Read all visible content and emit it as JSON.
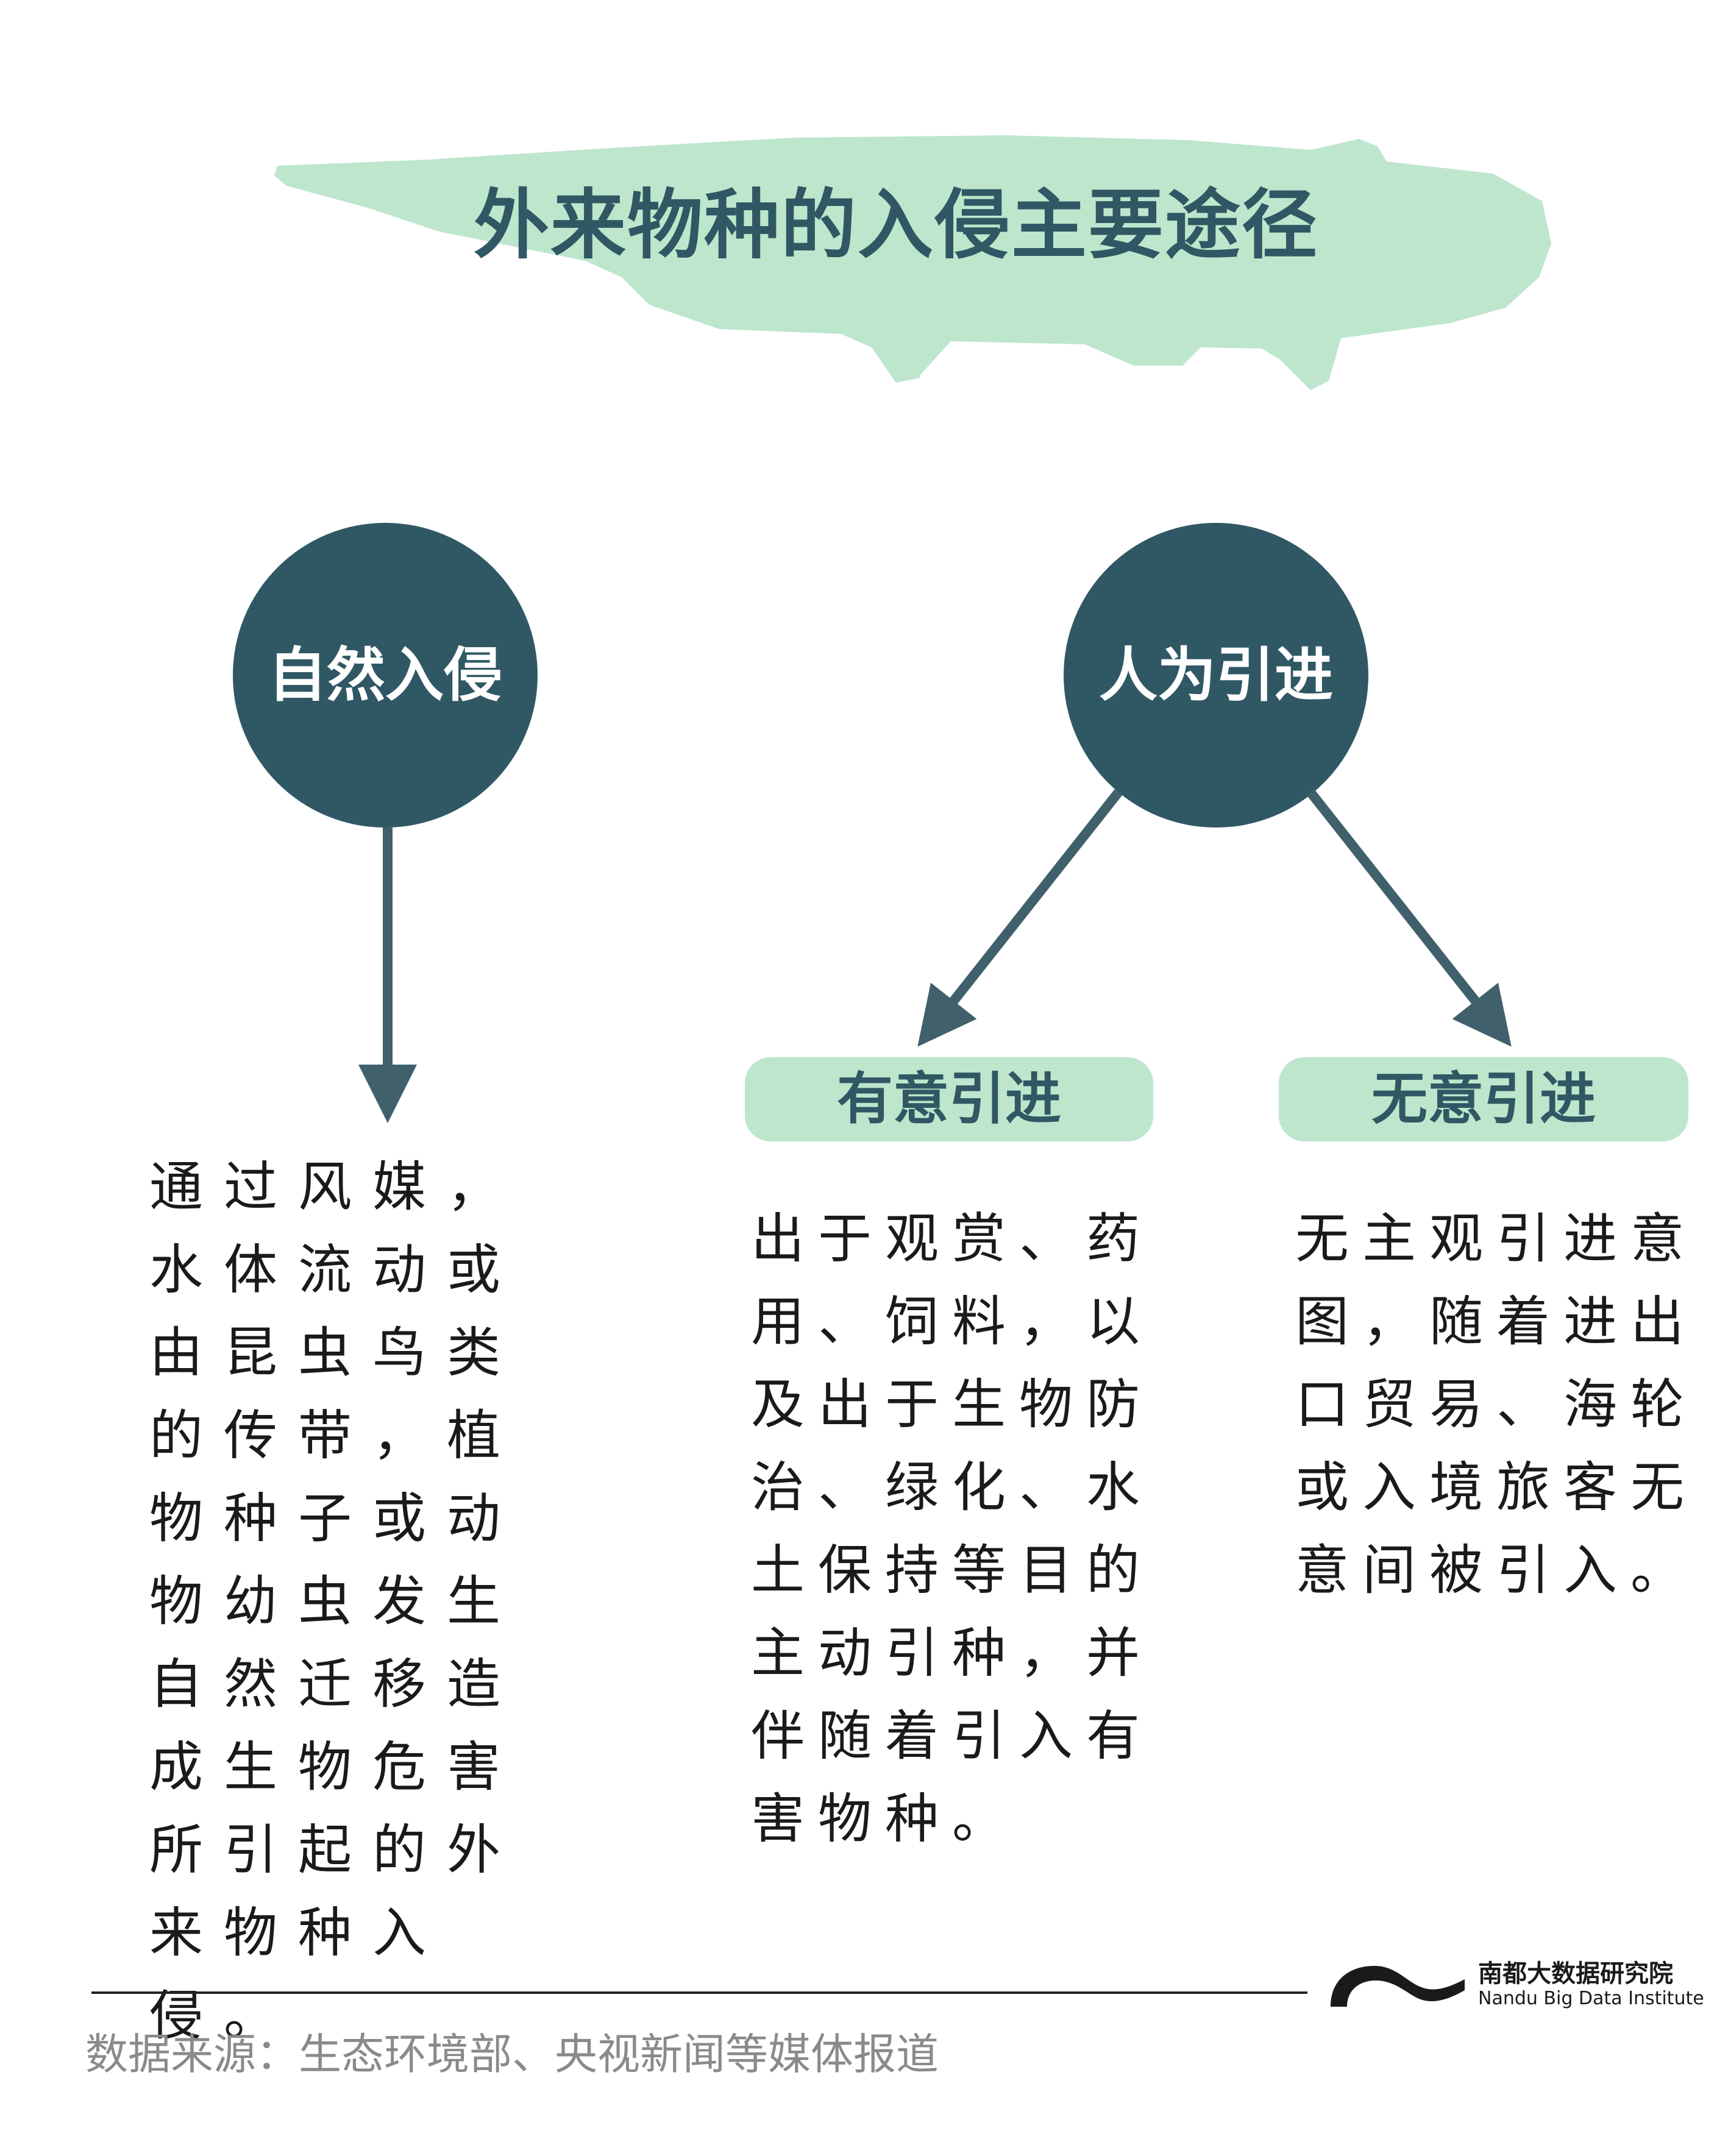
{
  "colors": {
    "fish": "#bde6cd",
    "circle": "#2f5864",
    "arrow": "#40606b",
    "pill": "#bde6cd",
    "title": "#2f5864",
    "source": "#8a8a8a"
  },
  "title": "外来物种的入侵主要途径",
  "natural": {
    "label": "自然入侵",
    "text": "通过风媒，水体流动或由昆虫鸟类的传带，植物种子或动物幼虫发生自然迁移造成生物危害所引起的外来物种入侵。"
  },
  "human": {
    "label": "人为引进",
    "intentional": {
      "label": "有意引进",
      "text": "出于观赏、药用、饲料，以及出于生物防治、绿化、水土保持等目的主动引种，并伴随着引入有害物种。"
    },
    "unintentional": {
      "label": "无意引进",
      "text": "无主观引进意图，随着进出口贸易、海轮或入境旅客无意间被引入。"
    }
  },
  "footer": {
    "source": "数据来源：生态环境部、央视新闻等媒体报道",
    "brand_cn": "南都大数据研究院",
    "brand_en": "Nandu Big Data Institute"
  }
}
